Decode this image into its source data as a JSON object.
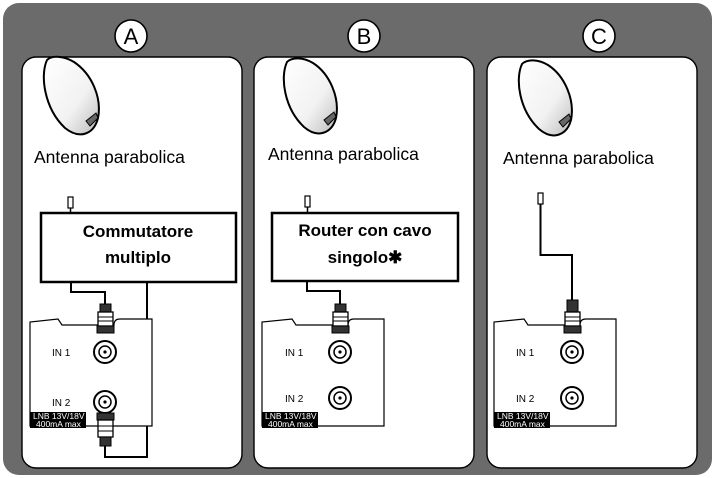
{
  "panels": [
    {
      "letter": "A",
      "dish_label": "Antenna parabolica",
      "device_label_line1": "Commutatore",
      "device_label_line2": "multiplo",
      "port1_label": "IN 1",
      "port2_label": "IN 2",
      "lnb_line1": "LNB 13V/18V",
      "lnb_line2": "400mA max"
    },
    {
      "letter": "B",
      "dish_label": "Antenna parabolica",
      "device_label_line1": "Router con cavo",
      "device_label_line2": "singolo✱",
      "port1_label": "IN 1",
      "port2_label": "IN 2",
      "lnb_line1": "LNB 13V/18V",
      "lnb_line2": "400mA max"
    },
    {
      "letter": "C",
      "dish_label": "Antenna parabolica",
      "port1_label": "IN 1",
      "port2_label": "IN 2",
      "lnb_line1": "LNB 13V/18V",
      "lnb_line2": "400mA max"
    }
  ]
}
